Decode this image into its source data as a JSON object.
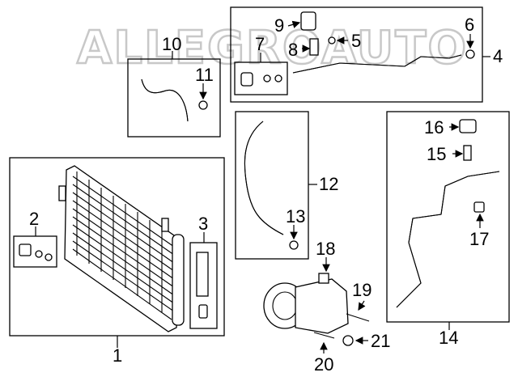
{
  "watermark": "ALLEGROAUTO",
  "callouts": {
    "c1": "1",
    "c2": "2",
    "c3": "3",
    "c4": "4",
    "c5": "5",
    "c6": "6",
    "c7": "7",
    "c8": "8",
    "c9": "9",
    "c10": "10",
    "c11": "11",
    "c12": "12",
    "c13": "13",
    "c14": "14",
    "c15": "15",
    "c16": "16",
    "c17": "17",
    "c18": "18",
    "c19": "19",
    "c20": "20",
    "c21": "21"
  }
}
